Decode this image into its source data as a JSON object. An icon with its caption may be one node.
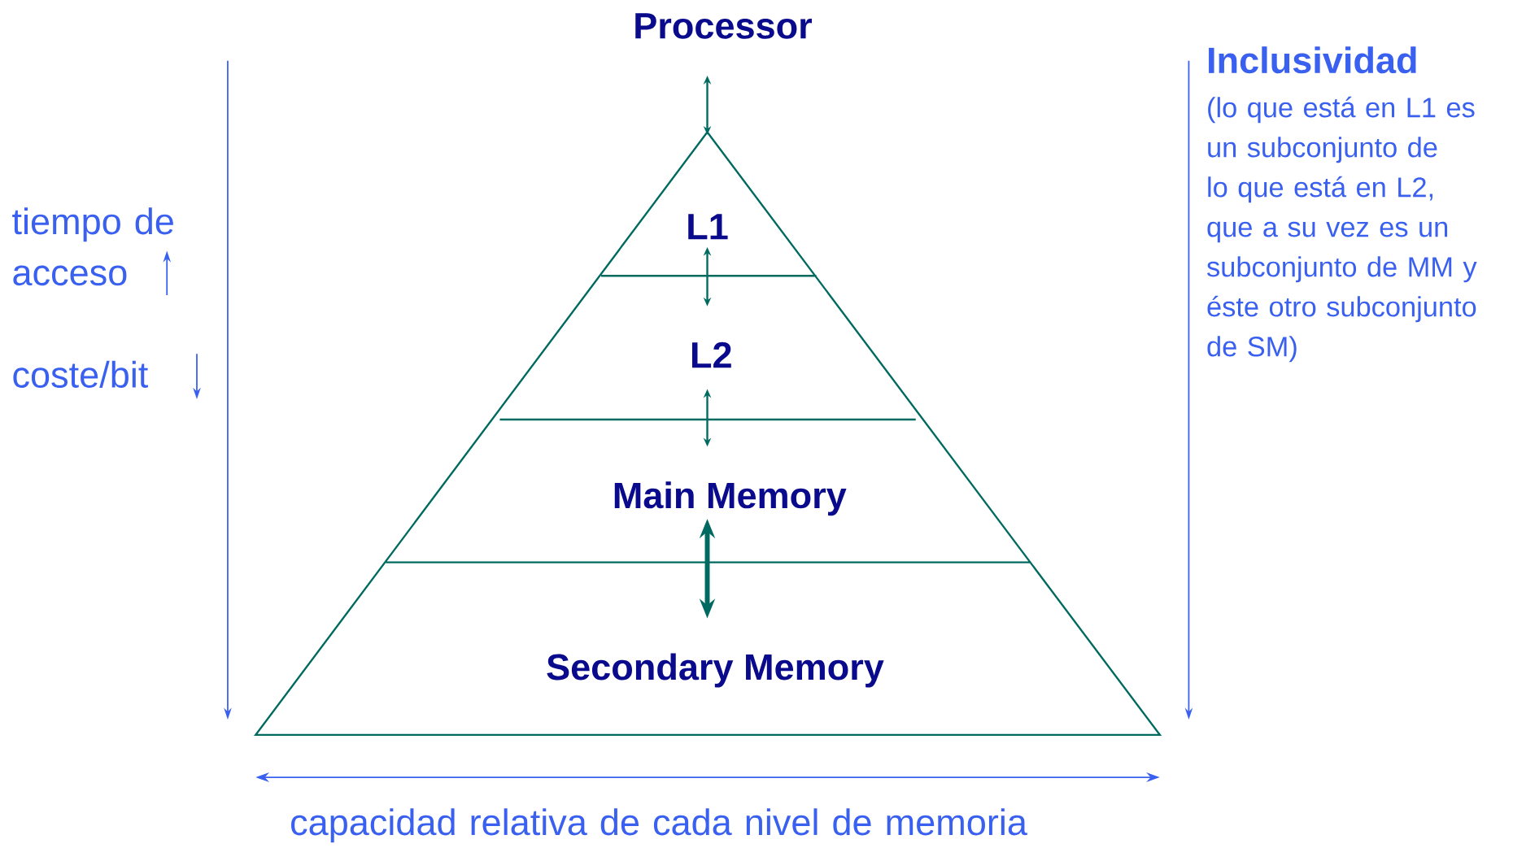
{
  "diagram": {
    "nodes": [
      {
        "text": [
          "Processor"
        ]
      },
      {
        "text": [
          "L1"
        ]
      },
      {
        "text": [
          "L2"
        ]
      },
      {
        "text": [
          "Main Memory"
        ]
      },
      {
        "text": [
          "Secondary  Memory"
        ]
      }
    ],
    "edges": [
      {
        "from": 0,
        "to": 1,
        "arrow": "both"
      },
      {
        "from": 1,
        "to": 2,
        "arrow": "both"
      },
      {
        "from": 2,
        "to": 3,
        "arrow": "both"
      },
      {
        "from": 3,
        "to": 4,
        "arrow": "both",
        "style": "thick"
      }
    ],
    "labels": [
      "tiempo de acceso",
      "coste/bit",
      "Inclusividad",
      "(lo que está en L1 es un subconjunto de lo que está en L2, que a su vez es un subconjunto de MM y éste otro subconjunto de SM)",
      "capacidad relativa de cada nivel de memoria"
    ]
  }
}
